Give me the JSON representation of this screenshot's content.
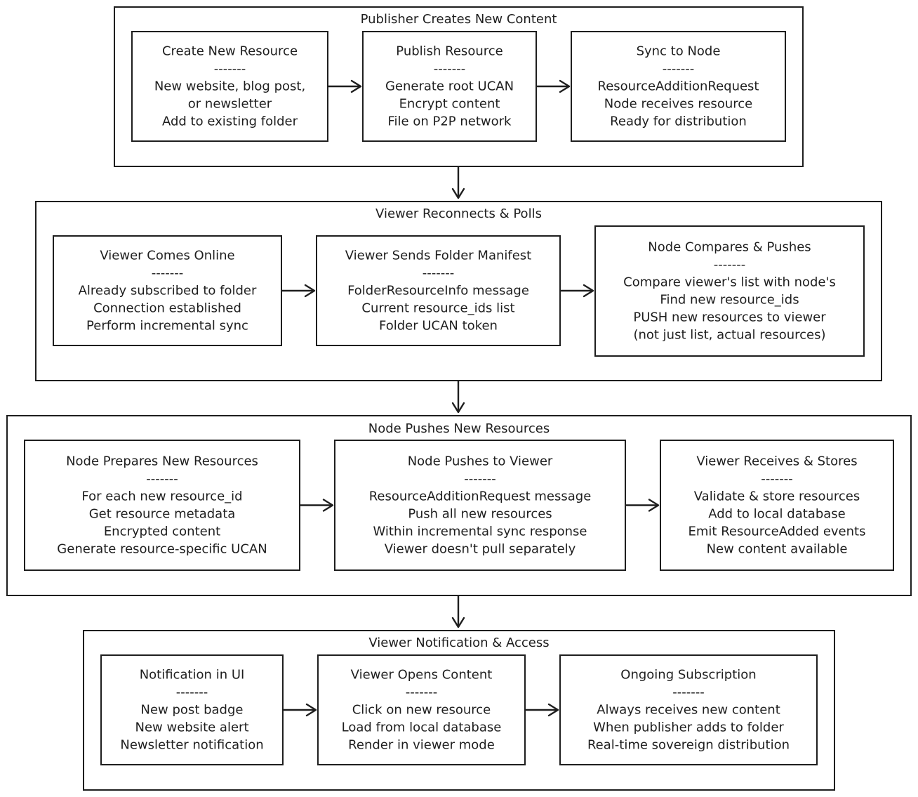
{
  "clusters": [
    {
      "title": "Publisher Creates New Content",
      "nodes": [
        {
          "lines": [
            "Create New Resource",
            "-------",
            "New website, blog post,",
            "or newsletter",
            "Add to existing folder"
          ]
        },
        {
          "lines": [
            "Publish Resource",
            "-------",
            "Generate root UCAN",
            "Encrypt content",
            "File on P2P network"
          ]
        },
        {
          "lines": [
            "Sync to Node",
            "-------",
            "ResourceAdditionRequest",
            "Node receives resource",
            "Ready for distribution"
          ]
        }
      ]
    },
    {
      "title": "Viewer Reconnects & Polls",
      "nodes": [
        {
          "lines": [
            "Viewer Comes Online",
            "-------",
            "Already subscribed to folder",
            "Connection established",
            "Perform incremental sync"
          ]
        },
        {
          "lines": [
            "Viewer Sends Folder Manifest",
            "-------",
            "FolderResourceInfo message",
            "Current resource_ids list",
            "Folder UCAN token"
          ]
        },
        {
          "lines": [
            "Node Compares & Pushes",
            "-------",
            "Compare viewer's list with node's",
            "Find new resource_ids",
            "PUSH new resources to viewer",
            "(not just list, actual resources)"
          ]
        }
      ]
    },
    {
      "title": "Node Pushes New Resources",
      "nodes": [
        {
          "lines": [
            "Node Prepares New Resources",
            "-------",
            "For each new resource_id",
            "Get resource metadata",
            "Encrypted content",
            "Generate resource-specific UCAN"
          ]
        },
        {
          "lines": [
            "Node Pushes to Viewer",
            "-------",
            "ResourceAdditionRequest message",
            "Push all new resources",
            "Within incremental sync response",
            "Viewer doesn't pull separately"
          ]
        },
        {
          "lines": [
            "Viewer Receives & Stores",
            "-------",
            "Validate & store resources",
            "Add to local database",
            "Emit ResourceAdded events",
            "New content available"
          ]
        }
      ]
    },
    {
      "title": "Viewer Notification & Access",
      "nodes": [
        {
          "lines": [
            "Notification in UI",
            "-------",
            "New post badge",
            "New website alert",
            "Newsletter notification"
          ]
        },
        {
          "lines": [
            "Viewer Opens Content",
            "-------",
            "Click on new resource",
            "Load from local database",
            "Render in viewer mode"
          ]
        },
        {
          "lines": [
            "Ongoing Subscription",
            "-------",
            "Always receives new content",
            "When publisher adds to folder",
            "Real-time sovereign distribution"
          ]
        }
      ]
    }
  ]
}
